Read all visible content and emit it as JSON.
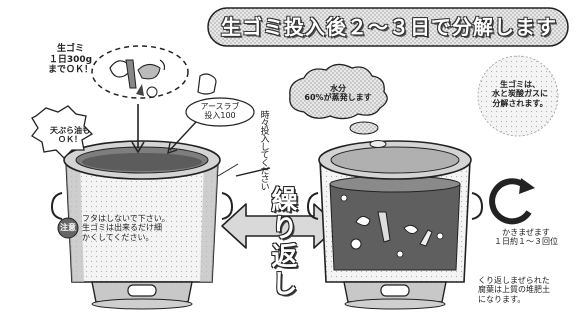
{
  "banner": {
    "title": "生ゴミ投入後２〜３日で分解します"
  },
  "left": {
    "scrap_note": [
      "生ゴミ",
      "１日300g",
      "までＯＫ！"
    ],
    "oil_note": [
      "天ぷら油も",
      "ＯＫ！"
    ],
    "supply_bag_label": [
      "アースラブ",
      "投入100"
    ],
    "supply_note": "時々投入してください",
    "lid_label": "注意",
    "lid_note": [
      "フタはしないで下さい。",
      "生ゴミは出来るだけ細",
      "かくしてください。"
    ]
  },
  "middle": {
    "repeat_label": "繰り返し"
  },
  "right": {
    "cloud_label": [
      "水分",
      "60%が蒸発します"
    ],
    "decompose_note": [
      "生ゴミは、",
      "水と炭酸ガスに",
      "分解されます。"
    ],
    "stir_note": [
      "かきまぜます",
      "１日約１〜３回位"
    ],
    "result_note": [
      "くり返しまぜられた",
      "腐葉は上質の堆肥土",
      "になります。"
    ]
  },
  "colors": {
    "banner_fill": "#bdbdbd",
    "bin_body": "#d6d6d6",
    "bin_dark": "#8c8c8c",
    "outline": "#222222",
    "arrow_fill": "#d9d9d9"
  }
}
